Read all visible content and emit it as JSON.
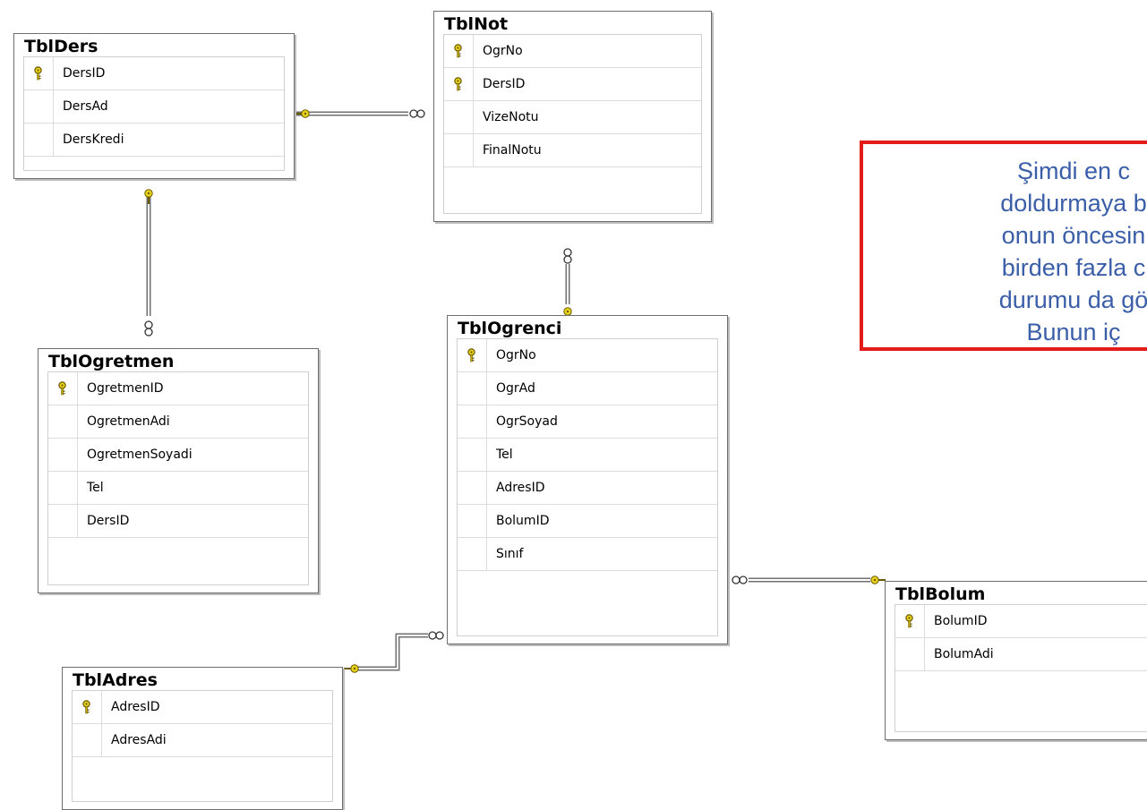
{
  "colors": {
    "note_border": "#e41b1b",
    "note_text": "#3b5ea8",
    "key_fill": "#e8d21a",
    "line": "#6f6f6f"
  },
  "icons": {
    "primary_key": "key-icon",
    "one_end": "key-icon",
    "many_end": "infinity-icon"
  },
  "tables": [
    {
      "id": "ders",
      "title": "TblDers",
      "columns": [
        {
          "name": "DersID",
          "pk": true
        },
        {
          "name": "DersAd",
          "pk": false
        },
        {
          "name": "DersKredi",
          "pk": false
        }
      ]
    },
    {
      "id": "not",
      "title": "TblNot",
      "columns": [
        {
          "name": "OgrNo",
          "pk": true
        },
        {
          "name": "DersID",
          "pk": true
        },
        {
          "name": "VizeNotu",
          "pk": false
        },
        {
          "name": "FinalNotu",
          "pk": false
        }
      ]
    },
    {
      "id": "ogretmen",
      "title": "TblOgretmen",
      "columns": [
        {
          "name": "OgretmenID",
          "pk": true
        },
        {
          "name": "OgretmenAdi",
          "pk": false
        },
        {
          "name": "OgretmenSoyadi",
          "pk": false
        },
        {
          "name": "Tel",
          "pk": false
        },
        {
          "name": "DersID",
          "pk": false
        }
      ]
    },
    {
      "id": "ogrenci",
      "title": "TblOgrenci",
      "columns": [
        {
          "name": "OgrNo",
          "pk": true
        },
        {
          "name": "OgrAd",
          "pk": false
        },
        {
          "name": "OgrSoyad",
          "pk": false
        },
        {
          "name": "Tel",
          "pk": false
        },
        {
          "name": "AdresID",
          "pk": false
        },
        {
          "name": "BolumID",
          "pk": false
        },
        {
          "name": "Sınıf",
          "pk": false
        }
      ]
    },
    {
      "id": "adres",
      "title": "TblAdres",
      "columns": [
        {
          "name": "AdresID",
          "pk": true
        },
        {
          "name": "AdresAdi",
          "pk": false
        }
      ]
    },
    {
      "id": "bolum",
      "title": "TblBolum",
      "columns": [
        {
          "name": "BolumID",
          "pk": true
        },
        {
          "name": "BolumAdi",
          "pk": false
        }
      ]
    }
  ],
  "relationships": [
    {
      "one": "TblDers",
      "many": "TblNot"
    },
    {
      "one": "TblDers",
      "many": "TblOgretmen"
    },
    {
      "one": "TblOgrenci",
      "many": "TblNot"
    },
    {
      "one": "TblAdres",
      "many": "TblOgrenci"
    },
    {
      "one": "TblBolum",
      "many": "TblOgrenci"
    }
  ],
  "note": {
    "text": "Şimdi en c\ndoldurmaya b\nonun öncesin\nbirden fazla c\ndurumu da gö\nBunun iç\nyap"
  }
}
